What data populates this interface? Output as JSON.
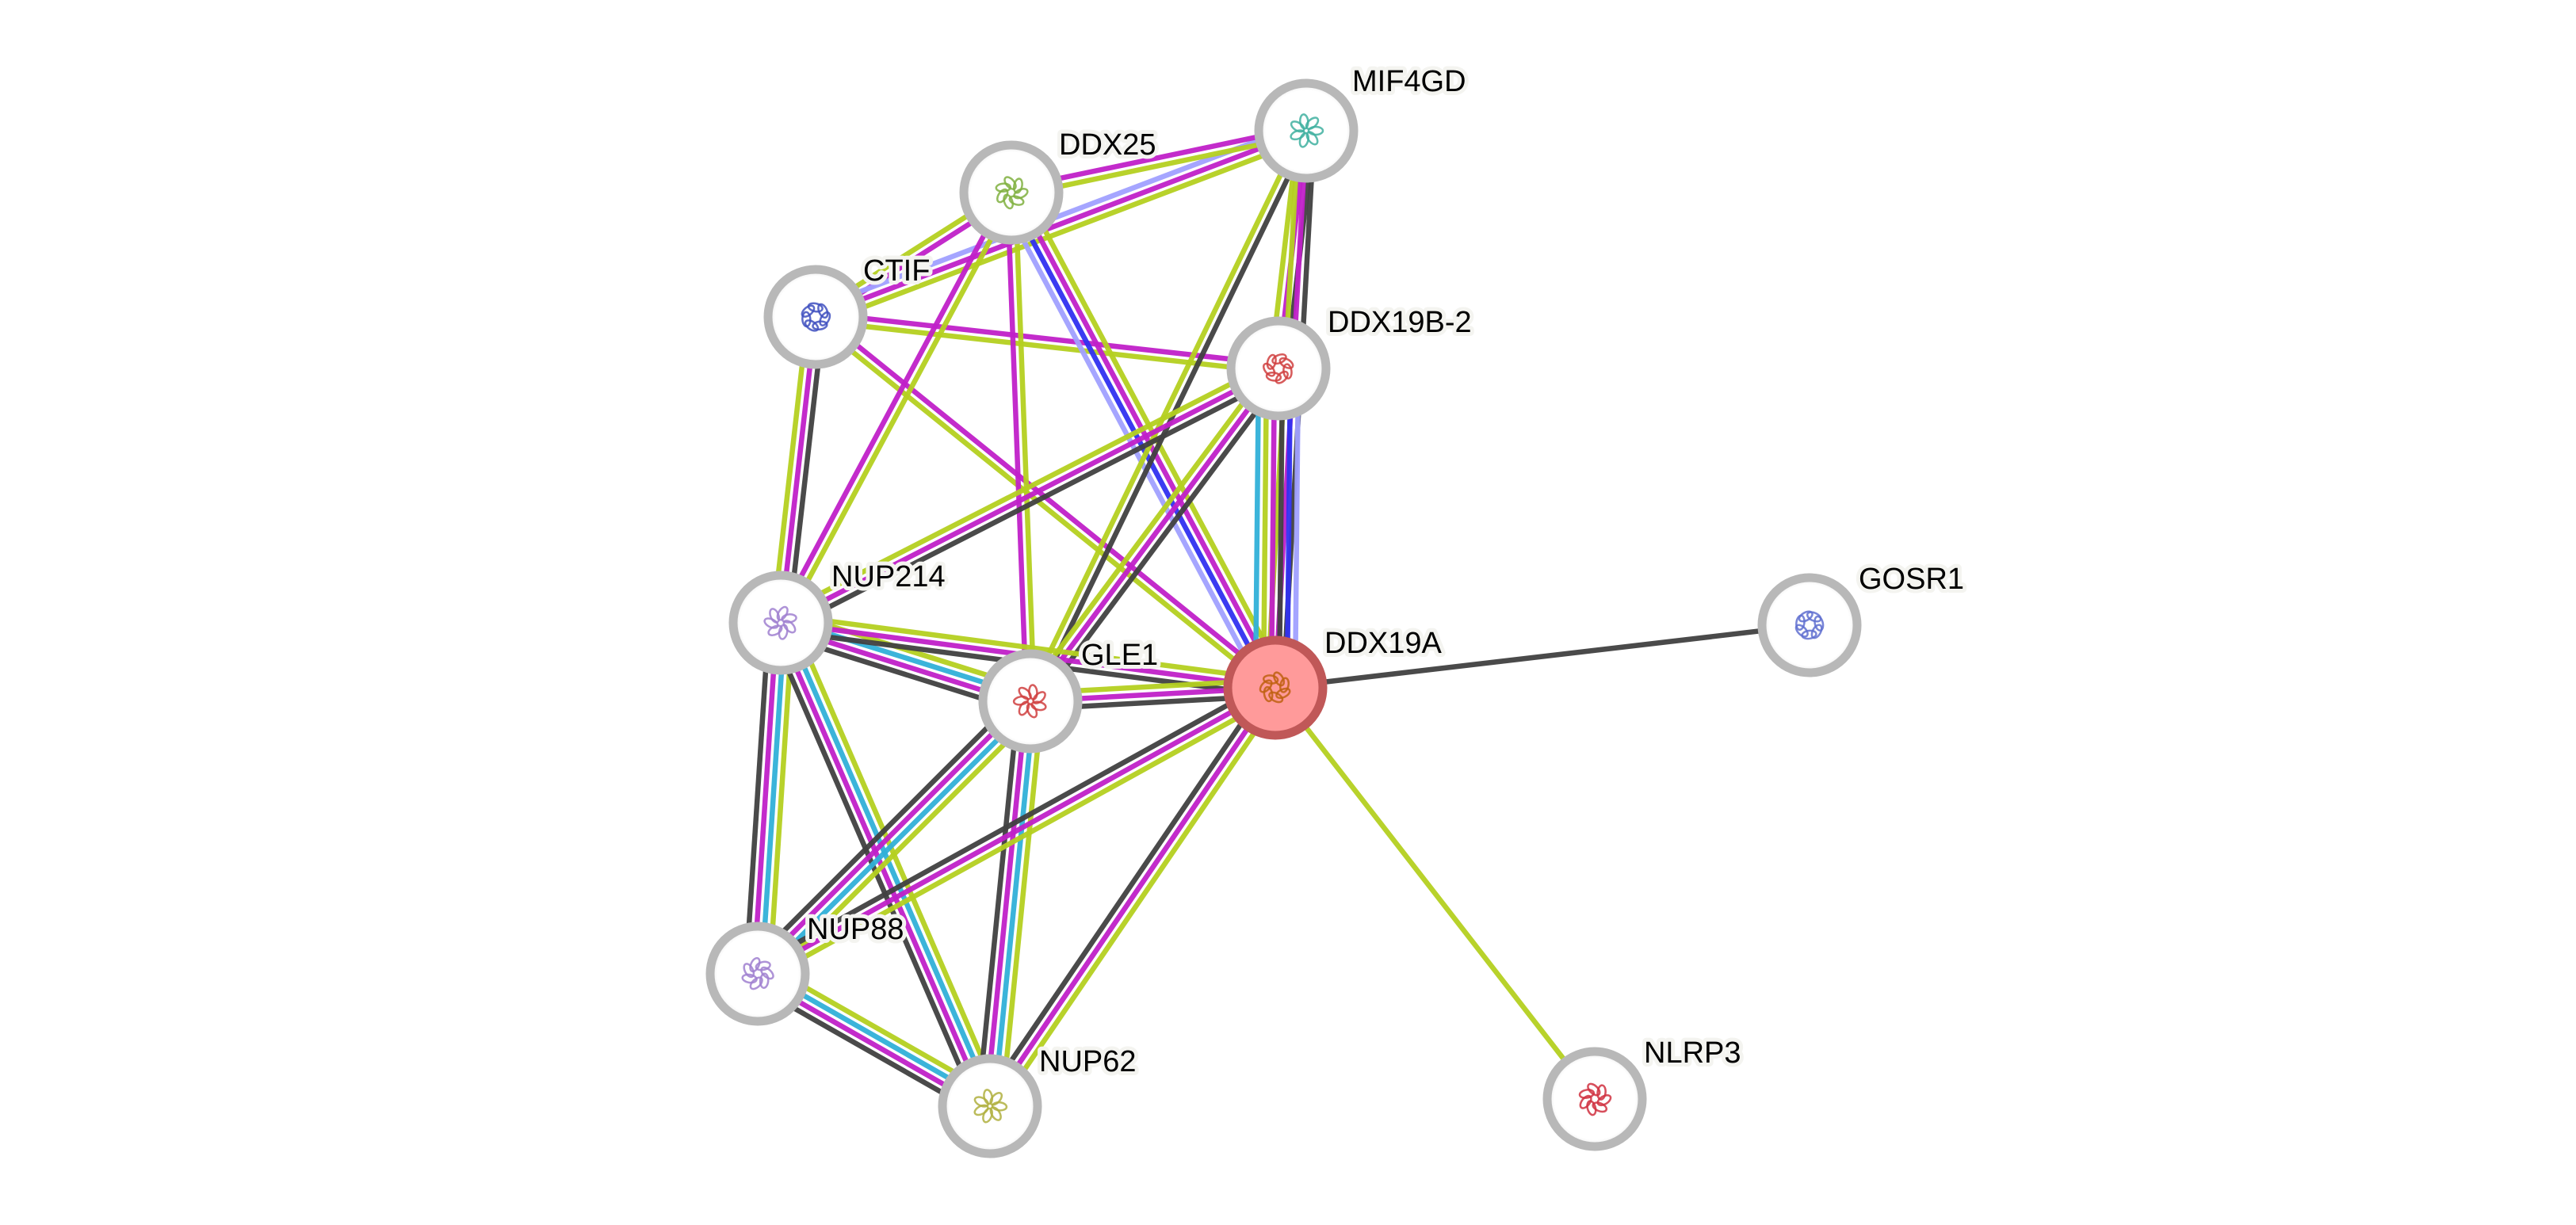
{
  "title": "STRING protein interaction network",
  "query_protein": "DDX19A",
  "edge_colors": {
    "known_curated": "#30B0D8",
    "known_experimental": "#C020C8",
    "predicted_neighborhood": "#3030F0",
    "predicted_cooccurrence": "#A0A0FF",
    "textmining": "#B4D020",
    "coexpression": "#404040"
  },
  "node_style": {
    "default_fill": "#ffffff",
    "default_ring": "#b8b8b8",
    "query_fill": "#ff9a9a",
    "query_ring": "#c05858"
  },
  "nodes": [
    {
      "id": "MIF4GD",
      "label": "MIF4GD",
      "query": false,
      "structure_color": "#40b0a0"
    },
    {
      "id": "DDX25",
      "label": "DDX25",
      "query": false,
      "structure_color": "#80b040"
    },
    {
      "id": "CTIF",
      "label": "CTIF",
      "query": false,
      "structure_color": "#4050c0"
    },
    {
      "id": "DDX19B-2",
      "label": "DDX19B-2",
      "query": false,
      "structure_color": "#d04040"
    },
    {
      "id": "NUP214",
      "label": "NUP214",
      "query": false,
      "structure_color": "#a080d0"
    },
    {
      "id": "GLE1",
      "label": "GLE1",
      "query": false,
      "structure_color": "#d04040"
    },
    {
      "id": "DDX19A",
      "label": "DDX19A",
      "query": true,
      "structure_color": "#c06010"
    },
    {
      "id": "GOSR1",
      "label": "GOSR1",
      "query": false,
      "structure_color": "#6070d0"
    },
    {
      "id": "NUP88",
      "label": "NUP88",
      "query": false,
      "structure_color": "#a080d0"
    },
    {
      "id": "NUP62",
      "label": "NUP62",
      "query": false,
      "structure_color": "#b0b040"
    },
    {
      "id": "NLRP3",
      "label": "NLRP3",
      "query": false,
      "structure_color": "#d03040"
    }
  ],
  "edges": [
    {
      "source": "CTIF",
      "target": "DDX25",
      "evidence": [
        "textmining",
        "known_experimental"
      ]
    },
    {
      "source": "CTIF",
      "target": "MIF4GD",
      "evidence": [
        "predicted_cooccurrence",
        "known_experimental",
        "textmining"
      ]
    },
    {
      "source": "CTIF",
      "target": "DDX19B-2",
      "evidence": [
        "known_experimental",
        "textmining"
      ]
    },
    {
      "source": "CTIF",
      "target": "DDX19A",
      "evidence": [
        "known_experimental",
        "textmining"
      ]
    },
    {
      "source": "CTIF",
      "target": "NUP214",
      "evidence": [
        "coexpression",
        "known_experimental",
        "textmining"
      ]
    },
    {
      "source": "DDX25",
      "target": "MIF4GD",
      "evidence": [
        "known_experimental",
        "textmining"
      ]
    },
    {
      "source": "DDX25",
      "target": "NUP214",
      "evidence": [
        "textmining",
        "known_experimental"
      ]
    },
    {
      "source": "DDX25",
      "target": "GLE1",
      "evidence": [
        "textmining",
        "known_experimental"
      ]
    },
    {
      "source": "DDX25",
      "target": "DDX19A",
      "evidence": [
        "textmining",
        "known_experimental",
        "predicted_neighborhood",
        "predicted_cooccurrence"
      ]
    },
    {
      "source": "MIF4GD",
      "target": "GLE1",
      "evidence": [
        "coexpression",
        "textmining"
      ]
    },
    {
      "source": "MIF4GD",
      "target": "DDX19B-2",
      "evidence": [
        "coexpression",
        "known_experimental",
        "textmining"
      ]
    },
    {
      "source": "MIF4GD",
      "target": "DDX19A",
      "evidence": [
        "coexpression",
        "known_experimental",
        "textmining"
      ]
    },
    {
      "source": "DDX19B-2",
      "target": "NUP214",
      "evidence": [
        "coexpression",
        "known_experimental",
        "textmining"
      ]
    },
    {
      "source": "DDX19B-2",
      "target": "GLE1",
      "evidence": [
        "coexpression",
        "known_experimental",
        "textmining"
      ]
    },
    {
      "source": "DDX19B-2",
      "target": "DDX19A",
      "evidence": [
        "predicted_cooccurrence",
        "predicted_neighborhood",
        "coexpression",
        "known_experimental",
        "textmining",
        "known_curated"
      ]
    },
    {
      "source": "NUP214",
      "target": "GLE1",
      "evidence": [
        "textmining",
        "known_curated",
        "known_experimental",
        "coexpression"
      ]
    },
    {
      "source": "NUP214",
      "target": "DDX19A",
      "evidence": [
        "textmining",
        "known_experimental",
        "coexpression"
      ]
    },
    {
      "source": "NUP214",
      "target": "NUP88",
      "evidence": [
        "textmining",
        "known_curated",
        "known_experimental",
        "coexpression"
      ]
    },
    {
      "source": "NUP214",
      "target": "NUP62",
      "evidence": [
        "textmining",
        "known_curated",
        "known_experimental",
        "coexpression"
      ]
    },
    {
      "source": "GLE1",
      "target": "DDX19A",
      "evidence": [
        "textmining",
        "known_experimental",
        "coexpression"
      ]
    },
    {
      "source": "GLE1",
      "target": "NUP88",
      "evidence": [
        "textmining",
        "known_curated",
        "known_experimental",
        "coexpression"
      ]
    },
    {
      "source": "GLE1",
      "target": "NUP62",
      "evidence": [
        "textmining",
        "known_curated",
        "known_experimental",
        "coexpression"
      ]
    },
    {
      "source": "DDX19A",
      "target": "NUP88",
      "evidence": [
        "textmining",
        "known_experimental",
        "coexpression"
      ]
    },
    {
      "source": "DDX19A",
      "target": "NUP62",
      "evidence": [
        "textmining",
        "known_experimental",
        "coexpression"
      ]
    },
    {
      "source": "DDX19A",
      "target": "GOSR1",
      "evidence": [
        "coexpression"
      ]
    },
    {
      "source": "DDX19A",
      "target": "NLRP3",
      "evidence": [
        "textmining"
      ]
    },
    {
      "source": "NUP88",
      "target": "NUP62",
      "evidence": [
        "textmining",
        "known_curated",
        "known_experimental",
        "coexpression"
      ]
    }
  ]
}
